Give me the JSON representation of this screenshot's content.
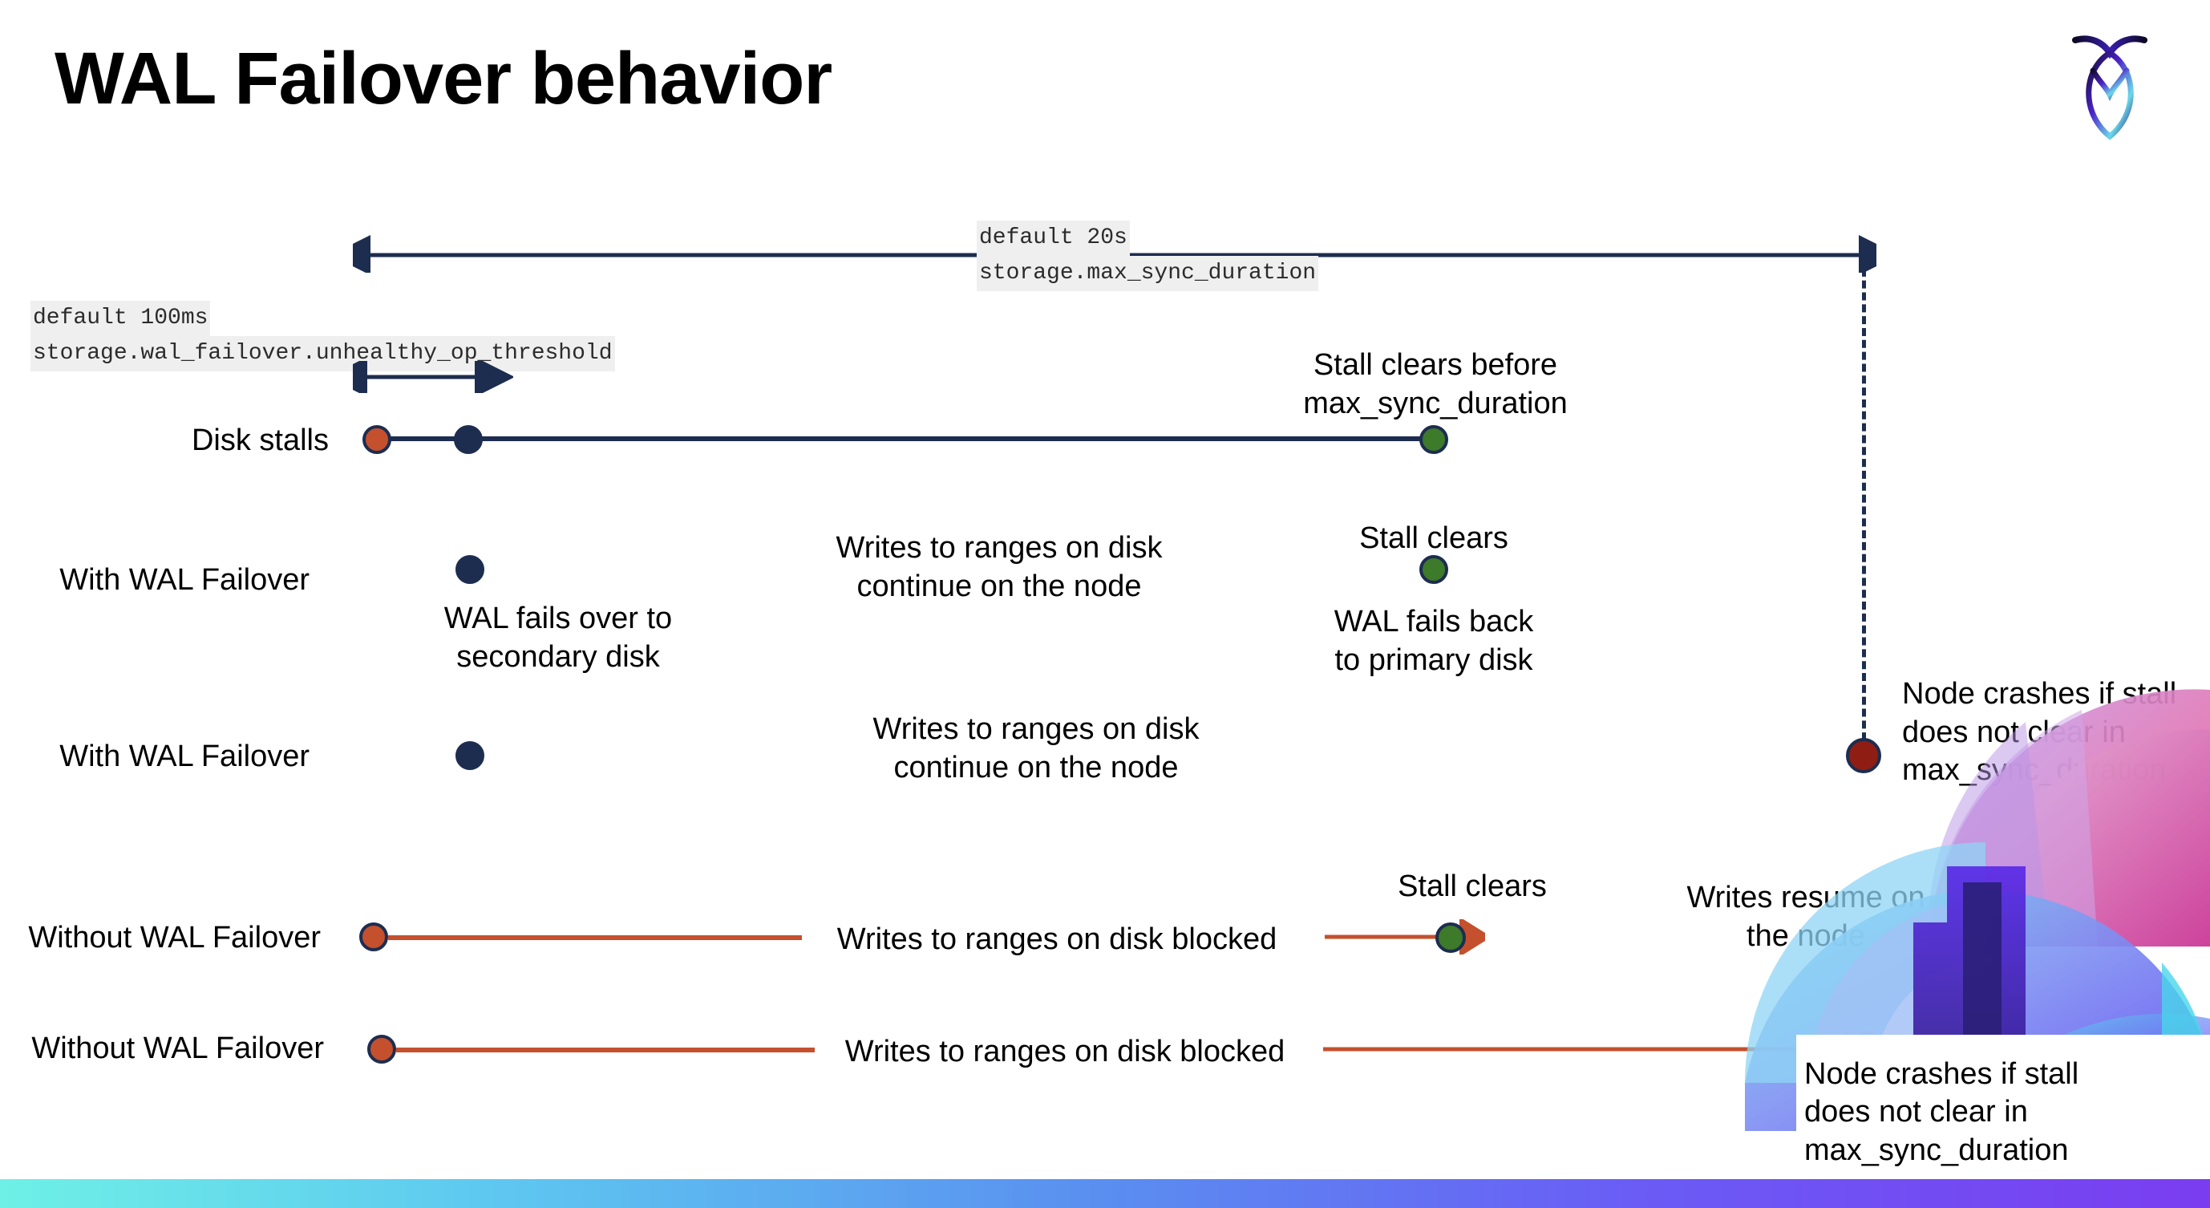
{
  "slide": {
    "title": "WAL Failover behavior",
    "logo_name": "cockroachdb-logo"
  },
  "config_callouts": [
    {
      "id": "max-sync-duration",
      "default_line": "default 20s",
      "setting_line": "storage.max_sync_duration"
    },
    {
      "id": "unhealthy-op-threshold",
      "default_line": "default 100ms",
      "setting_line": "storage.wal_failover.unhealthy_op_threshold"
    }
  ],
  "rows": [
    {
      "id": "disk-stalls",
      "label": "Disk stalls",
      "annotation": "Stall clears before\nmax_sync_duration"
    },
    {
      "id": "with-wal-failover-1",
      "label": "With WAL Failover",
      "annot_writes": "Writes to ranges on disk\ncontinue on the node",
      "annot_stall_clears": "Stall clears",
      "annot_fails_over": "WAL fails over to\nsecondary disk",
      "annot_fails_back": "WAL fails  back\nto primary disk"
    },
    {
      "id": "with-wal-failover-2",
      "label": "With WAL Failover",
      "annot_writes": "Writes to ranges on disk\ncontinue on the node",
      "annot_crash": "Node crashes if stall\ndoes not clear in\nmax_sync_duration"
    },
    {
      "id": "without-wal-failover-1",
      "label": "Without WAL Failover",
      "annot_blocked": "Writes to ranges on disk  blocked",
      "annot_stall_clears": "Stall clears",
      "annot_resume": "Writes resume on\nthe node"
    },
    {
      "id": "without-wal-failover-2",
      "label": "Without WAL Failover",
      "annot_blocked": "Writes to ranges on disk  blocked",
      "annot_crash": "Node crashes if stall\ndoes not clear in\nmax_sync_duration"
    }
  ],
  "colors": {
    "navy": "#1d2d4f",
    "orange": "#c4502e",
    "green_line": "#7fa85a",
    "green_dot": "#3d7a2a",
    "dark_red": "#8f1d14",
    "code_bg": "#efefef",
    "gradient_start": "#6ef0e6",
    "gradient_end": "#7a3df0"
  }
}
